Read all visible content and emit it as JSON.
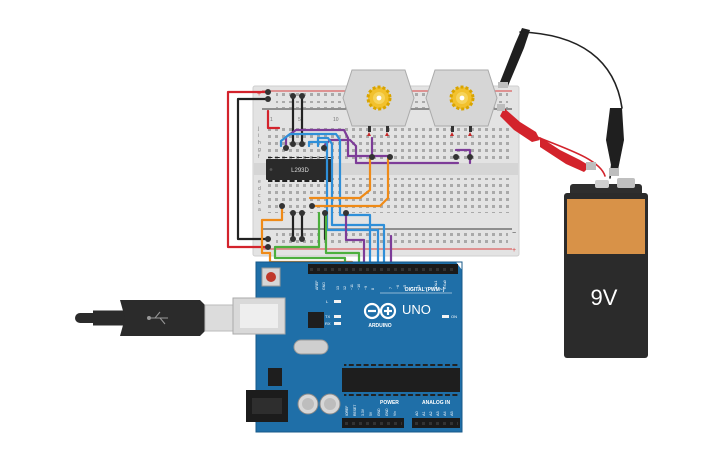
{
  "chip": {
    "label": "L293D"
  },
  "arduino": {
    "brand": "ARDUINO",
    "model": "UNO",
    "digital_header": "DIGITAL (PWM~)",
    "power_label": "POWER",
    "analog_label": "ANALOG IN",
    "on_label": "ON",
    "l_label": "L",
    "tx_label": "TX",
    "rx_label": "RX",
    "aref": "AREF",
    "gnd": "GND",
    "digital_pins": [
      "13",
      "12",
      "~11",
      "~10",
      "~9",
      "8",
      "7",
      "~6",
      "~5",
      "4",
      "~3",
      "2",
      "TX▸1",
      "RX◂0"
    ],
    "power_pins": [
      "IOREF",
      "RESET",
      "3.3V",
      "5V",
      "GND",
      "GND",
      "Vin"
    ],
    "analog_pins": [
      "A0",
      "A1",
      "A2",
      "A3",
      "A4",
      "A5"
    ]
  },
  "battery": {
    "label": "9V"
  },
  "breadboard": {
    "rail_plus": "+",
    "rail_minus": "−",
    "row_letters_top": [
      "j",
      "i",
      "h",
      "g",
      "f"
    ],
    "row_letters_bottom": [
      "e",
      "d",
      "c",
      "b",
      "a"
    ],
    "column_numbers": [
      "1",
      "5",
      "10"
    ]
  },
  "colors": {
    "wire_black": "#222222",
    "wire_red": "#d3232c",
    "wire_purple": "#7d3c98",
    "wire_blue": "#2f8fd8",
    "wire_orange": "#ef8a17",
    "wire_green": "#4caf3d",
    "arduino_board": "#1f6fa8",
    "battery_body": "#2b2b2b",
    "battery_label": "#d89248"
  },
  "icons": [
    "motor-gear-icon",
    "arduino-logo-icon",
    "usb-plug-icon"
  ]
}
